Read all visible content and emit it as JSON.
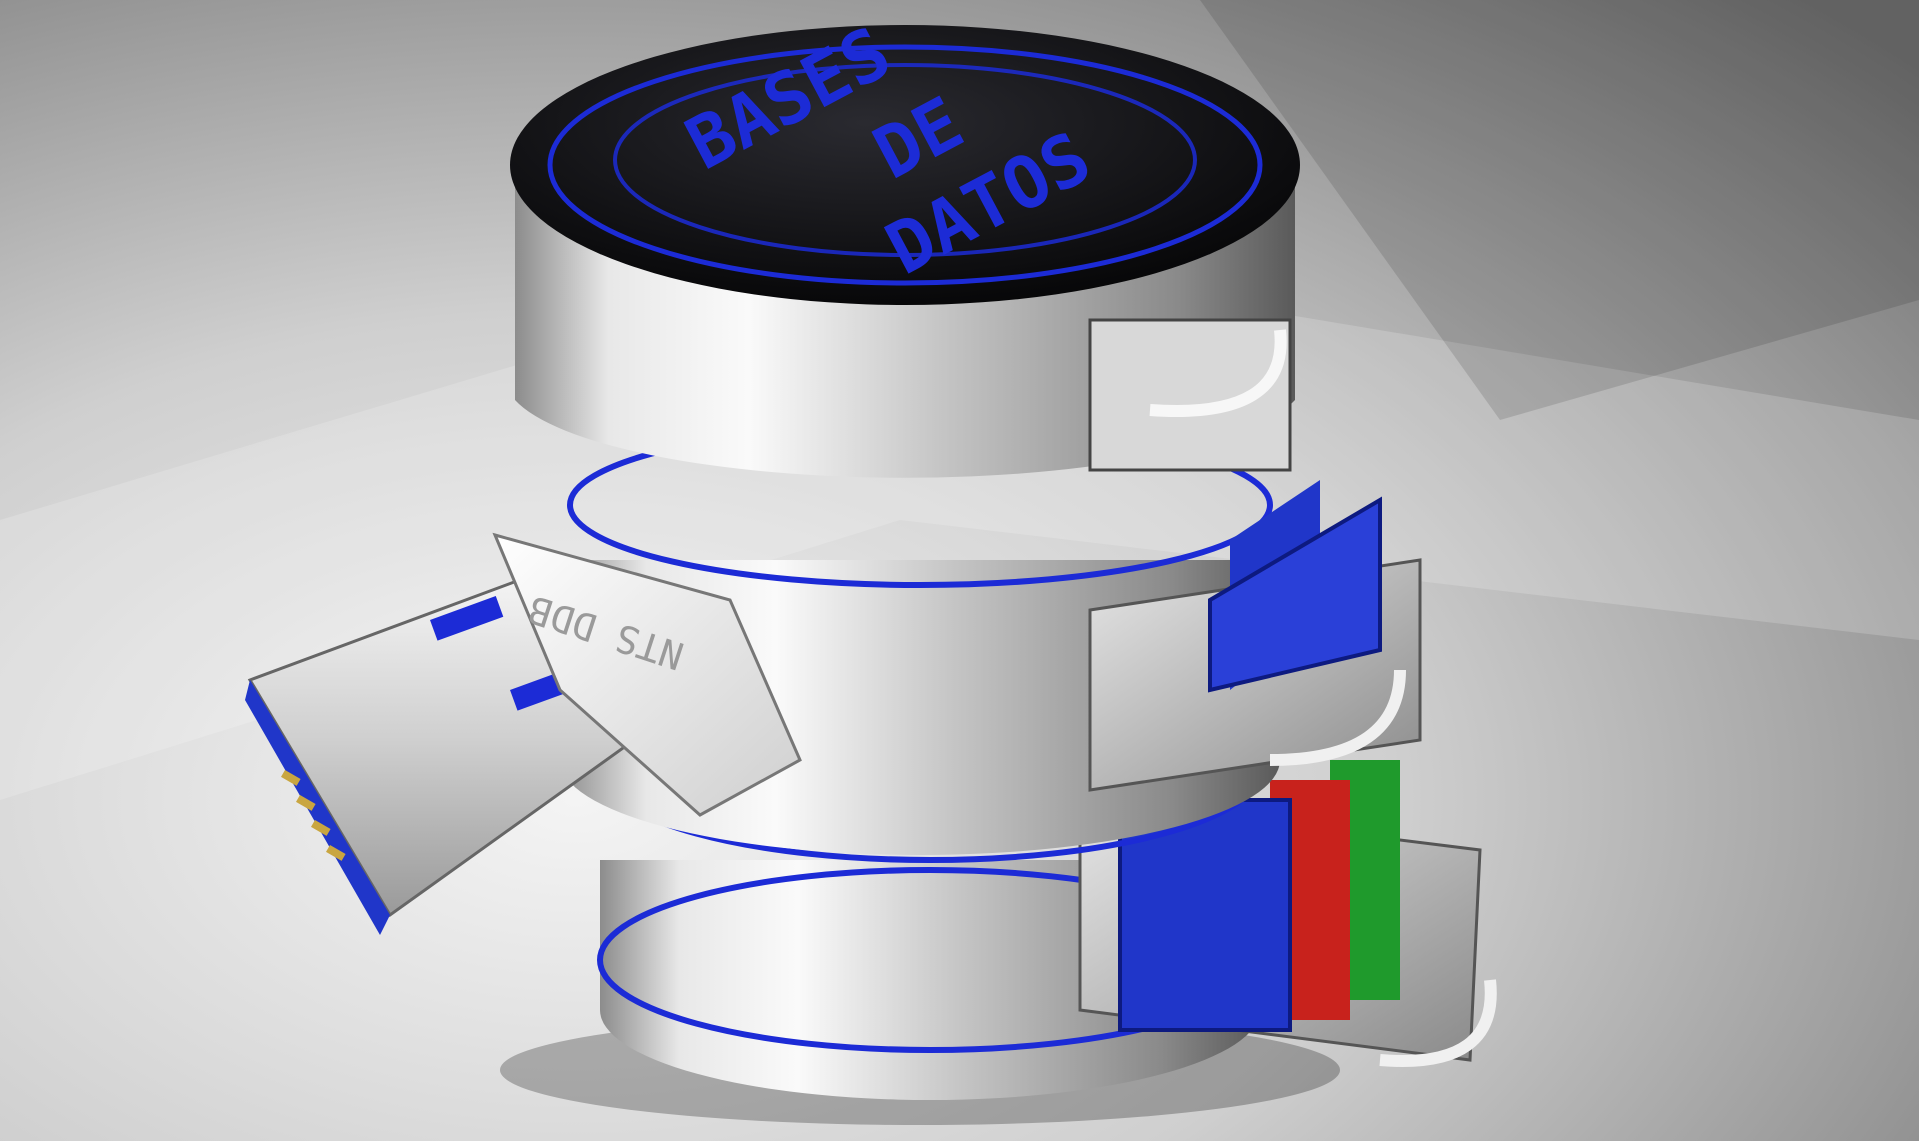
{
  "image": {
    "subject": "3D render of a database cylinder with a USB plug and open drawers holding binders",
    "top_label_lines": [
      "BASES",
      "DE",
      "DATOS"
    ],
    "usb_engraving": "NTS DDB",
    "colors": {
      "background_light": "#f2f2f2",
      "background_dark": "#6e6e6e",
      "metal_light": "#f4f4f4",
      "metal_mid": "#bdbdbd",
      "metal_dark": "#5c5c5c",
      "top_black": "#0b0b0d",
      "accent_blue": "#1c2bd6",
      "binder_blue": "#2036c9",
      "binder_red": "#c8221c",
      "binder_green": "#1f9a2c",
      "gold_pins": "#c9a640"
    }
  }
}
